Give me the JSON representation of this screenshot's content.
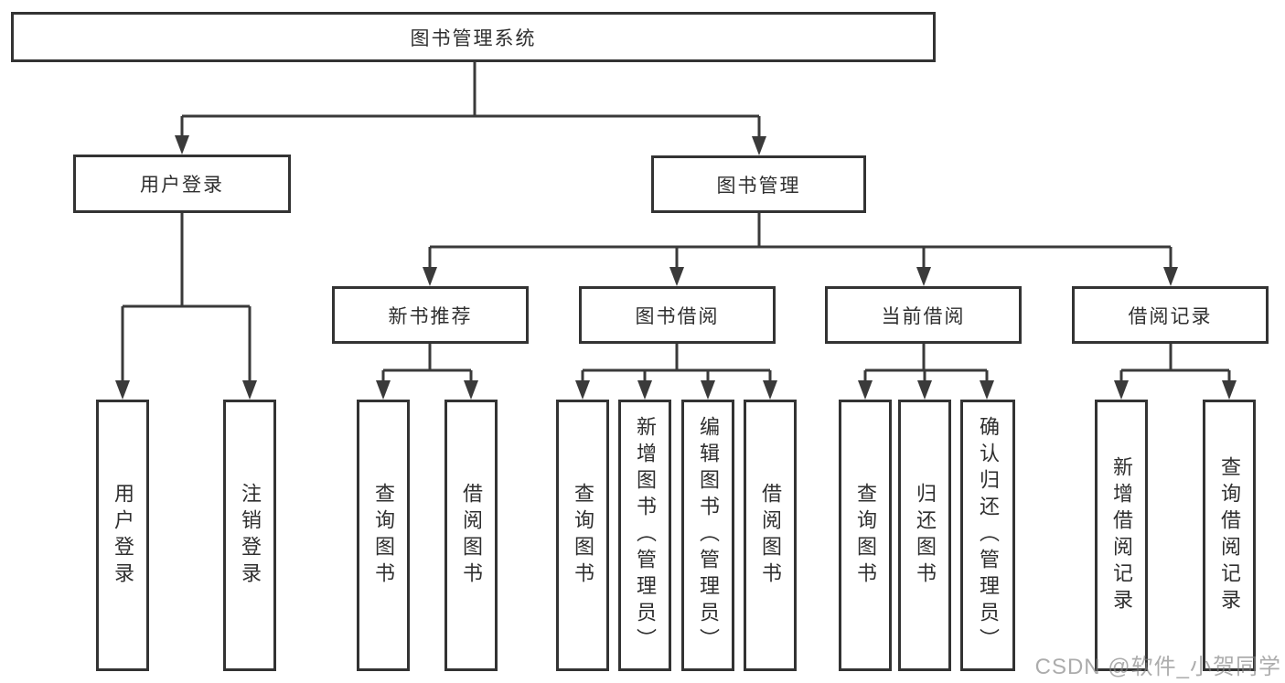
{
  "diagram_title": "图书管理系统",
  "nodes": {
    "root": "图书管理系统",
    "user_login": "用户登录",
    "book_mgmt": "图书管理",
    "new_book_rec": "新书推荐",
    "book_borrow": "图书借阅",
    "current_borrow": "当前借阅",
    "borrow_records": "借阅记录",
    "ul_user_login": "用户登录",
    "ul_logout": "注销登录",
    "nb_query_books": "查询图书",
    "nb_borrow_books": "借阅图书",
    "bb_query_books": "查询图书",
    "bb_add_books": "新增图书（管理员）",
    "bb_edit_books": "编辑图书（管理员）",
    "bb_borrow_books": "借阅图书",
    "cb_query_books": "查询图书",
    "cb_return_books": "归还图书",
    "cb_confirm_return": "确认归还（管理员）",
    "br_add_record": "新增借阅记录",
    "br_query_record": "查询借阅记录"
  },
  "hierarchy": {
    "图书管理系统": {
      "用户登录": [
        "用户登录",
        "注销登录"
      ],
      "图书管理": {
        "新书推荐": [
          "查询图书",
          "借阅图书"
        ],
        "图书借阅": [
          "查询图书",
          "新增图书（管理员）",
          "编辑图书（管理员）",
          "借阅图书"
        ],
        "当前借阅": [
          "查询图书",
          "归还图书",
          "确认归还（管理员）"
        ],
        "借阅记录": [
          "新增借阅记录",
          "查询借阅记录"
        ]
      }
    }
  },
  "watermark": {
    "text": "CSDN @软件_小贺同学"
  },
  "colors": {
    "background": "#ffffff",
    "box_border": "#333333",
    "connector_line": "#3a3a3a",
    "text": "#2f2f2f",
    "watermark": "#808080"
  }
}
